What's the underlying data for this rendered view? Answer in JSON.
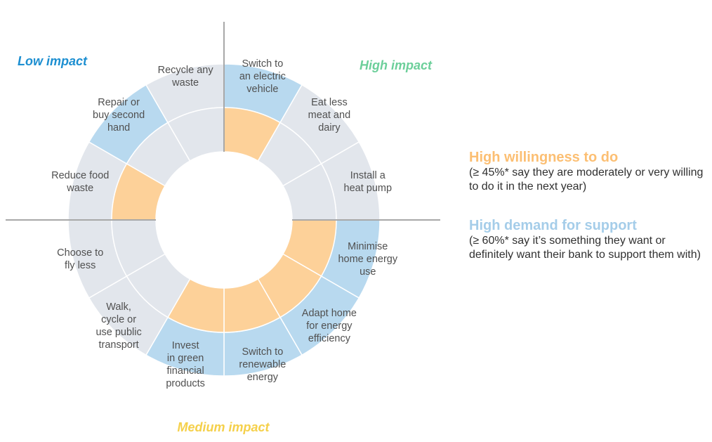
{
  "colors": {
    "base": "#e2e6ec",
    "willingness": "#fdd199",
    "support": "#b8d9ef",
    "divider": "#a8a8a8",
    "low_impact": "#1d8fd1",
    "high_impact": "#6ccf9a",
    "medium_impact": "#f5d04a",
    "willingness_title": "#fcbf73",
    "support_title": "#a5cde9"
  },
  "quadrants": {
    "low": "Low impact",
    "high": "High impact",
    "medium": "Medium impact"
  },
  "segments": [
    {
      "id": "switch-to-ev",
      "lines": [
        "Switch to",
        "an electric",
        "vehicle"
      ],
      "support": true,
      "willingness": true
    },
    {
      "id": "eat-less-meat",
      "lines": [
        "Eat less",
        "meat and",
        "dairy"
      ],
      "support": false,
      "willingness": false
    },
    {
      "id": "install-heat-pump",
      "lines": [
        "Install a",
        "heat pump"
      ],
      "support": false,
      "willingness": false
    },
    {
      "id": "minimise-home-energy",
      "lines": [
        "Minimise",
        "home energy",
        "use"
      ],
      "support": true,
      "willingness": true
    },
    {
      "id": "adapt-home",
      "lines": [
        "Adapt home",
        "for energy",
        "efficiency"
      ],
      "support": true,
      "willingness": true
    },
    {
      "id": "switch-renewable",
      "lines": [
        "Switch to",
        "renewable",
        "energy"
      ],
      "support": true,
      "willingness": true
    },
    {
      "id": "invest-green",
      "lines": [
        "Invest",
        "in green",
        "financial",
        "products"
      ],
      "support": true,
      "willingness": true
    },
    {
      "id": "walk-cycle",
      "lines": [
        "Walk,",
        "cycle or",
        "use public",
        "transport"
      ],
      "support": false,
      "willingness": false
    },
    {
      "id": "fly-less",
      "lines": [
        "Choose to",
        "fly less"
      ],
      "support": false,
      "willingness": false
    },
    {
      "id": "reduce-food-waste",
      "lines": [
        "Reduce food",
        "waste"
      ],
      "support": false,
      "willingness": true
    },
    {
      "id": "repair-second-hand",
      "lines": [
        "Repair or",
        "buy second",
        "hand"
      ],
      "support": true,
      "willingness": false
    },
    {
      "id": "recycle-waste",
      "lines": [
        "Recycle any",
        "waste"
      ],
      "support": false,
      "willingness": false
    }
  ],
  "legend": {
    "willingness": {
      "title": "High willingness to do",
      "desc": "(≥ 45%* say they are moderately or very willing to do it in the next year)"
    },
    "support": {
      "title": "High demand for support",
      "desc": "(≥ 60%* say it’s something they want or definitely want their bank to support them with)"
    }
  }
}
